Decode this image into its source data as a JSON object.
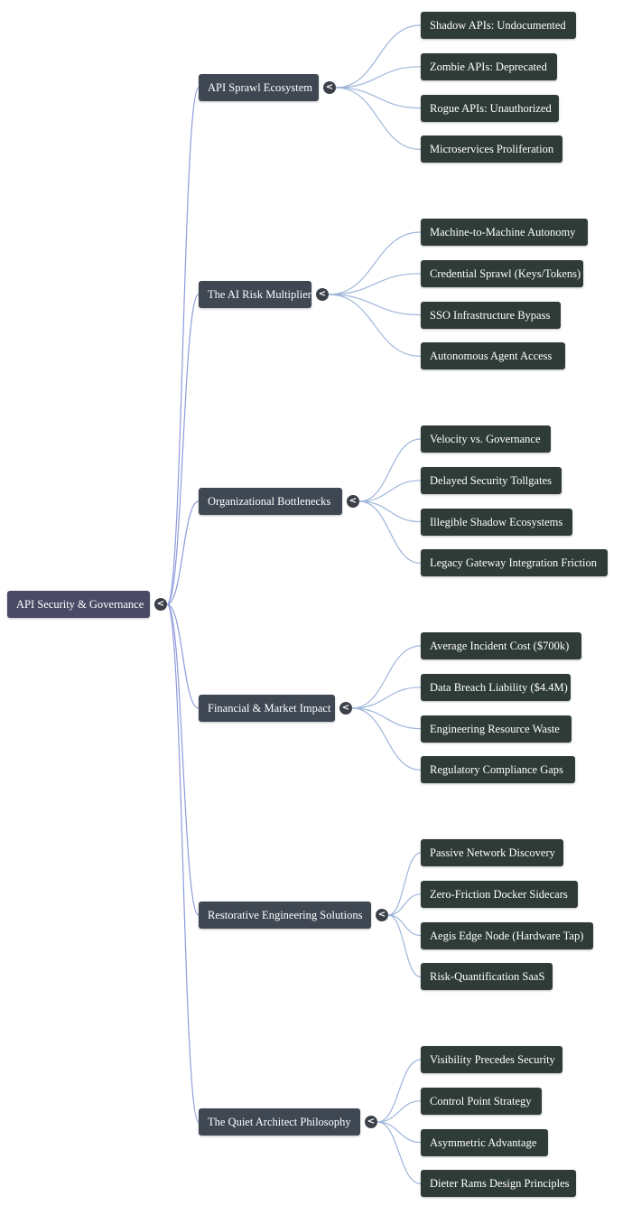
{
  "colors": {
    "root_bg": "#4a4a66",
    "branch_bg": "#3f4753",
    "leaf_bg": "#2e3b37",
    "root_link": "#8f9bdc",
    "branch_link": "#9fb6da",
    "toggle_bg": "#3b4049"
  },
  "mindmap": {
    "root": {
      "label": "API Security & Governance",
      "toggle_icon": "<"
    },
    "branches": [
      {
        "label": "API Sprawl Ecosystem",
        "toggle_icon": "<",
        "children": [
          "Shadow APIs: Undocumented",
          "Zombie APIs: Deprecated",
          "Rogue APIs: Unauthorized",
          "Microservices Proliferation"
        ]
      },
      {
        "label": "The AI Risk Multiplier",
        "toggle_icon": "<",
        "children": [
          "Machine-to-Machine Autonomy",
          "Credential Sprawl (Keys/Tokens)",
          "SSO Infrastructure Bypass",
          "Autonomous Agent Access"
        ]
      },
      {
        "label": "Organizational Bottlenecks",
        "toggle_icon": "<",
        "children": [
          "Velocity vs. Governance",
          "Delayed Security Tollgates",
          "Illegible Shadow Ecosystems",
          "Legacy Gateway Integration Friction"
        ]
      },
      {
        "label": "Financial & Market Impact",
        "toggle_icon": "<",
        "children": [
          "Average Incident Cost ($700k)",
          "Data Breach Liability ($4.4M)",
          "Engineering Resource Waste",
          "Regulatory Compliance Gaps"
        ]
      },
      {
        "label": "Restorative Engineering Solutions",
        "toggle_icon": "<",
        "children": [
          "Passive Network Discovery",
          "Zero-Friction Docker Sidecars",
          "Aegis Edge Node (Hardware Tap)",
          "Risk-Quantification SaaS"
        ]
      },
      {
        "label": "The Quiet Architect Philosophy",
        "toggle_icon": "<",
        "children": [
          "Visibility Precedes Security",
          "Control Point Strategy",
          "Asymmetric Advantage",
          "Dieter Rams Design Principles"
        ]
      }
    ]
  }
}
